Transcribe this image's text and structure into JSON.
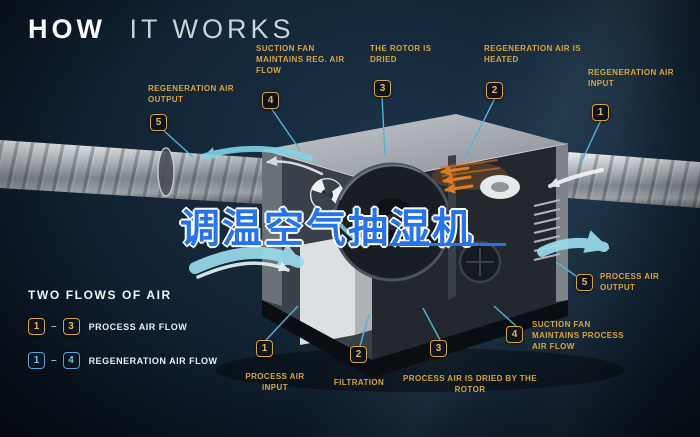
{
  "header": {
    "title_bold": "HOW",
    "title_light": "IT WORKS"
  },
  "overlay_title": "调温空气抽湿机",
  "callouts_top": [
    {
      "num": "5",
      "label": "REGENERATION AIR OUTPUT"
    },
    {
      "num": "4",
      "label": "SUCTION FAN MAINTAINS REG. AIR FLOW"
    },
    {
      "num": "3",
      "label": "THE ROTOR IS DRIED"
    },
    {
      "num": "2",
      "label": "REGENERATION AIR IS HEATED"
    },
    {
      "num": "1",
      "label": "REGENERATION AIR INPUT"
    }
  ],
  "callouts_bottom": [
    {
      "num": "1",
      "label": "PROCESS AIR INPUT"
    },
    {
      "num": "2",
      "label": "FILTRATION"
    },
    {
      "num": "3",
      "label": "PROCESS AIR IS DRIED BY THE ROTOR"
    },
    {
      "num": "4",
      "label": "SUCTION FAN MAINTAINS PROCESS AIR FLOW"
    },
    {
      "num": "5",
      "label": "PROCESS AIR OUTPUT"
    }
  ],
  "legend": {
    "heading": "TWO FLOWS OF AIR",
    "dash": "–",
    "rows": [
      {
        "from": "1",
        "to": "3",
        "label": "PROCESS AIR FLOW",
        "style": "gold"
      },
      {
        "from": "1",
        "to": "4",
        "label": "REGENERATION AIR FLOW",
        "style": "blue"
      }
    ]
  },
  "colors": {
    "accent_gold": "#d9a43c",
    "accent_cyan": "#7fd3e8",
    "heater_orange": "#e07b20",
    "overlay_blue": "#2674e8",
    "background_navy": "#132536"
  }
}
